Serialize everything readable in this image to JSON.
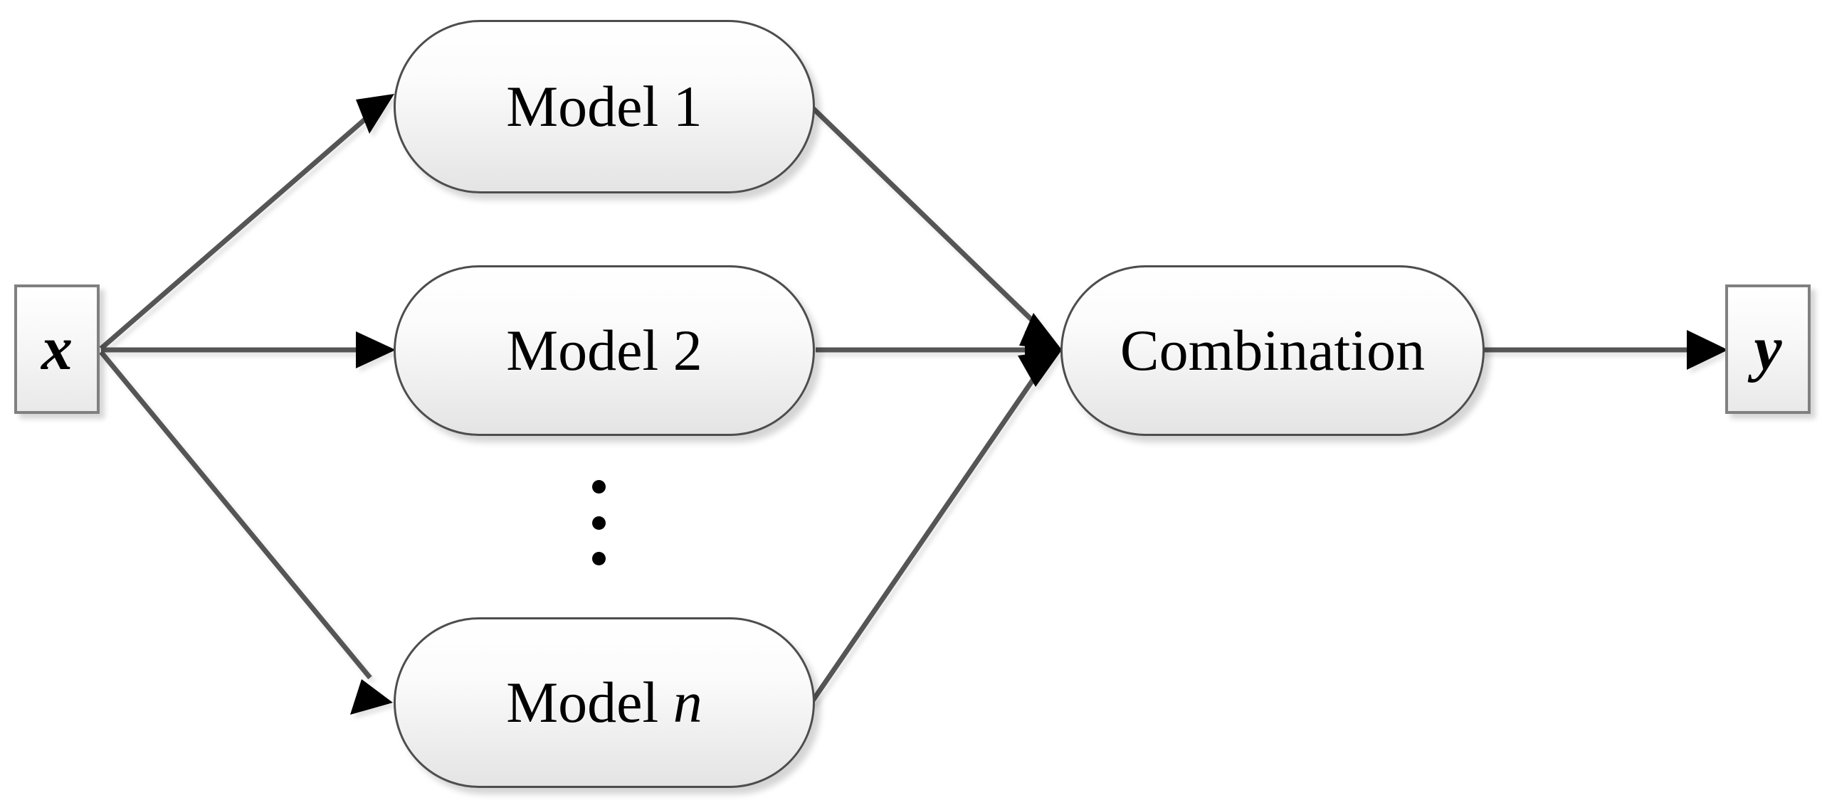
{
  "diagram": {
    "title": "Ensemble model combination diagram",
    "type": "flow-diagram",
    "background_color": "#ffffff",
    "node_fill_top": "#ffffff",
    "node_fill_bottom": "#e4e4e4",
    "node_border_color": "#4d4d4d",
    "var_border_color": "#808080",
    "edge_color": "#555555",
    "arrow_color": "#000000",
    "nodes": [
      {
        "id": "input",
        "label": "x",
        "shape": "rectangle",
        "italic": true
      },
      {
        "id": "model1",
        "label": "Model 1",
        "shape": "stadium"
      },
      {
        "id": "model2",
        "label": "Model 2",
        "shape": "stadium"
      },
      {
        "id": "modeln_prefix",
        "label": "Model ",
        "shape": "stadium",
        "italic_suffix": "n"
      },
      {
        "id": "combination",
        "label": "Combination",
        "shape": "stadium"
      },
      {
        "id": "output",
        "label": "y",
        "shape": "rectangle",
        "italic": true
      }
    ],
    "ellipsis": {
      "label": "vertical-ellipsis",
      "dot_count": 3
    },
    "edges": [
      {
        "from": "input",
        "to": "model1",
        "arrow": "filled-triangle"
      },
      {
        "from": "input",
        "to": "model2",
        "arrow": "filled-triangle"
      },
      {
        "from": "input",
        "to": "modeln",
        "arrow": "filled-triangle"
      },
      {
        "from": "model1",
        "to": "combination",
        "arrow": "filled-triangle"
      },
      {
        "from": "model2",
        "to": "combination",
        "arrow": "filled-triangle"
      },
      {
        "from": "modeln",
        "to": "combination",
        "arrow": "filled-triangle"
      },
      {
        "from": "combination",
        "to": "output",
        "arrow": "filled-triangle"
      }
    ]
  }
}
